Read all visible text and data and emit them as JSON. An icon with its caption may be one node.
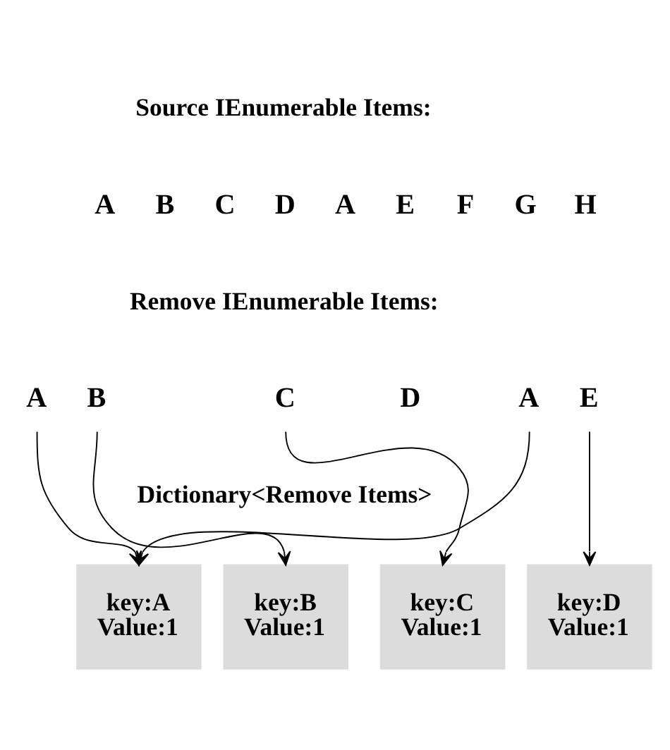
{
  "diagram": {
    "nodes": [
      {
        "text": [
          "A"
        ]
      },
      {
        "text": [
          "B"
        ]
      },
      {
        "text": [
          "C"
        ]
      },
      {
        "text": [
          "D"
        ]
      },
      {
        "text": [
          "A"
        ]
      },
      {
        "text": [
          "E"
        ]
      },
      {
        "text": [
          "key:A",
          "Value:1"
        ]
      },
      {
        "text": [
          "key:B",
          "Value:1"
        ]
      },
      {
        "text": [
          "key:C",
          "Value:1"
        ]
      },
      {
        "text": [
          "key:D",
          "Value:1"
        ]
      }
    ],
    "edges": [
      {
        "from": 0,
        "to": 6,
        "arrow": "to"
      },
      {
        "from": 1,
        "to": 7,
        "arrow": "to"
      },
      {
        "from": 2,
        "to": 8,
        "arrow": "to"
      },
      {
        "from": 4,
        "to": 6,
        "arrow": "to"
      },
      {
        "from": 5,
        "to": 9,
        "arrow": "to"
      }
    ],
    "labels": [
      "Source IEnumerable Items:",
      "A",
      "B",
      "C",
      "D",
      "A",
      "E",
      "F",
      "G",
      "H",
      "Remove IEnumerable Items:",
      "Dictionary<Remove Items>"
    ]
  }
}
